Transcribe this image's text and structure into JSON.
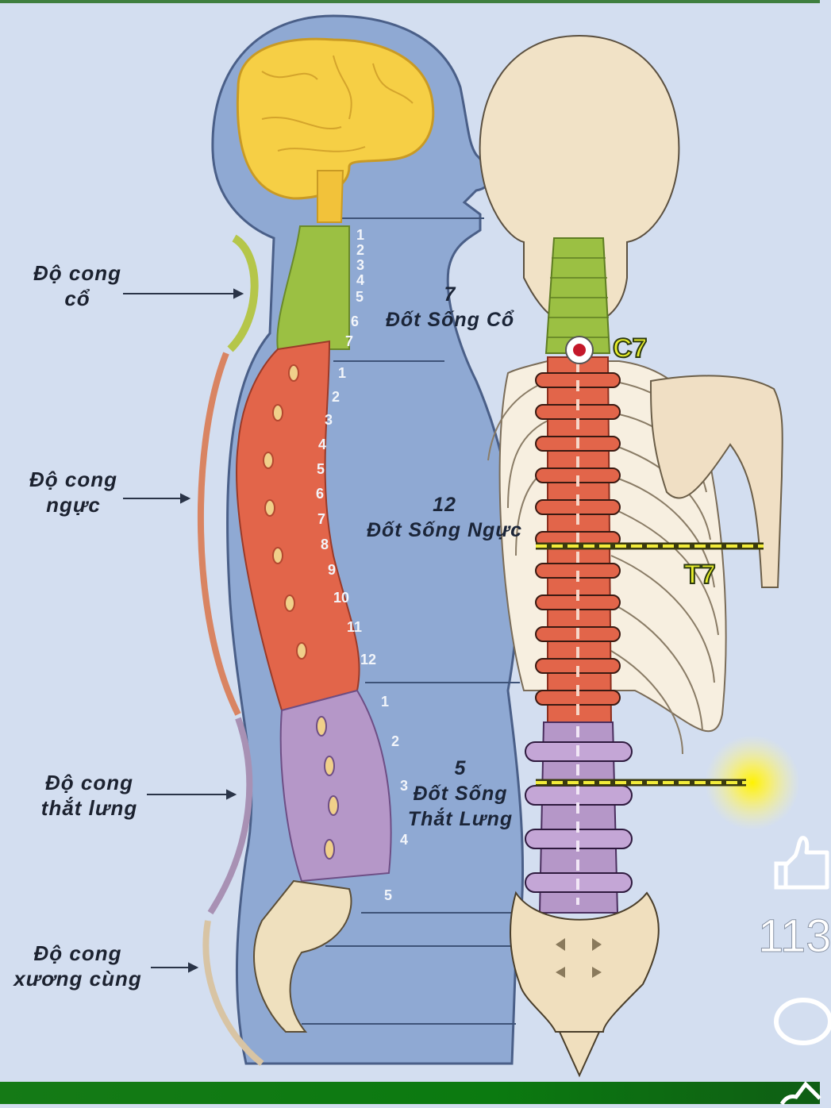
{
  "curvatures": [
    {
      "line1": "Độ cong",
      "line2": "cổ",
      "color": "#b5c64a"
    },
    {
      "line1": "Độ cong",
      "line2": "ngực",
      "color": "#d98462"
    },
    {
      "line1": "Độ cong",
      "line2": "thắt lưng",
      "color": "#a891b4"
    },
    {
      "line1": "Độ cong",
      "line2": "xương cùng",
      "color": "#d8c4a4"
    }
  ],
  "regions": {
    "cervical": {
      "count": "7",
      "name": "Đốt Sống Cổ",
      "color": "#8fb83c"
    },
    "thoracic": {
      "count": "12",
      "name": "Đốt Sống Ngực",
      "color": "#e05a44"
    },
    "lumbar": {
      "count": "5",
      "name_line1": "Đốt Sống",
      "name_line2": "Thắt Lưng",
      "color": "#a07ab8"
    }
  },
  "vertebra_numbers": {
    "cervical": [
      "1",
      "2",
      "3",
      "4",
      "5",
      "6",
      "7"
    ],
    "thoracic": [
      "1",
      "2",
      "3",
      "4",
      "5",
      "6",
      "7",
      "8",
      "9",
      "10",
      "11",
      "12"
    ],
    "lumbar": [
      "1",
      "2",
      "3",
      "4",
      "5"
    ]
  },
  "markers": {
    "c7": "C7",
    "t7": "T7"
  },
  "social": {
    "like_count": "113",
    "like_icon": "thumbs-up-icon",
    "comment_icon": "comment-icon",
    "share_icon": "share-icon"
  }
}
